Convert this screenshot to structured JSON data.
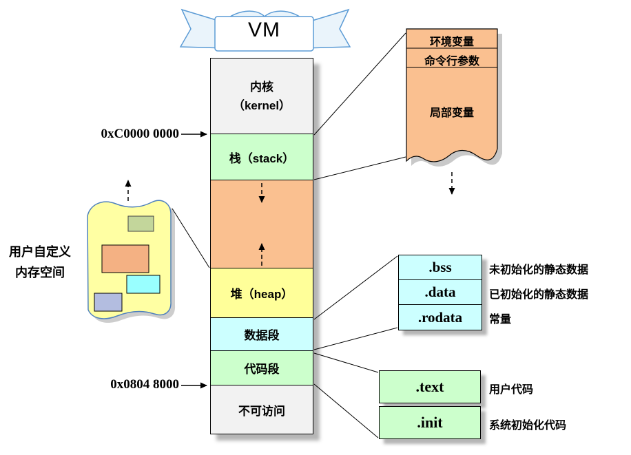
{
  "banner": {
    "title": "VM"
  },
  "addresses": {
    "upper": "0xC0000 0000",
    "lower": "0x0804 8000"
  },
  "memory": {
    "kernel": {
      "line1": "内核",
      "line2": "（kernel）"
    },
    "stack": {
      "label": "栈（stack）"
    },
    "heap": {
      "label": "堆（heap）"
    },
    "data_segment": {
      "label": "数据段"
    },
    "code_segment": {
      "label": "代码段"
    },
    "inaccessible": {
      "label": "不可访问"
    }
  },
  "stack_detail": {
    "rows": [
      {
        "label": "环境变量"
      },
      {
        "label": "命令行参数"
      },
      {
        "label": "局部变量"
      }
    ]
  },
  "data_detail": {
    "items": [
      {
        "name": ".bss",
        "desc": "未初始化的静态数据"
      },
      {
        "name": ".data",
        "desc": "已初始化的静态数据"
      },
      {
        "name": ".rodata",
        "desc": "常量"
      }
    ]
  },
  "code_detail": {
    "items": [
      {
        "name": ".text",
        "desc": "用户代码"
      },
      {
        "name": ".init",
        "desc": "系统初始化代码"
      }
    ]
  },
  "user_region": {
    "line1": "用户自定义",
    "line2": "内存空间"
  },
  "colors": {
    "kernel_fill": "#f2f2f2",
    "stack_fill": "#ccffcc",
    "free_fill": "#fac090",
    "heap_fill": "#ffff99",
    "data_fill": "#ccffff",
    "code_fill": "#ccffcc",
    "inaccessible_fill": "#f2f2f2",
    "stack_detail_fill": "#fac090",
    "detail_cyan_fill": "#ccffff",
    "detail_green_fill": "#ccffcc",
    "blob_fill": "#ffffa3",
    "blob_stroke": "#4f81bd",
    "ribbon_stroke": "#5b9bd5",
    "user_rect_green": "#c3d69b",
    "user_rect_orange": "#f4b183",
    "user_rect_cyan": "#99ffff",
    "user_rect_blue": "#b3bde0",
    "outline": "#000000"
  }
}
